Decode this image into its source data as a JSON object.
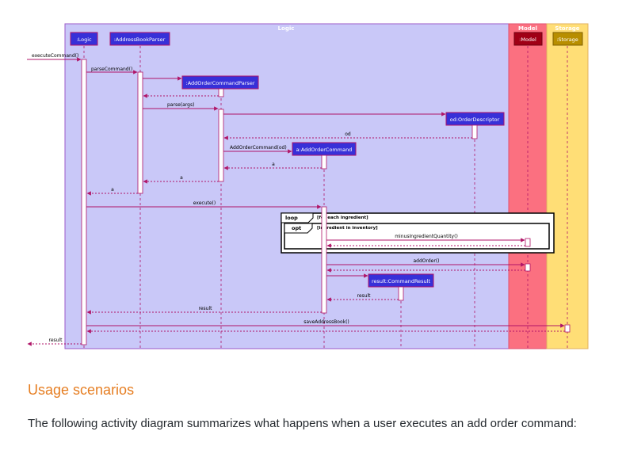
{
  "diagram": {
    "lanes": {
      "logic": "Logic",
      "model": "Model",
      "storage": "Storage"
    },
    "participants": {
      "logic": ":Logic",
      "parser": ":AddressBookParser",
      "add_order_parser": ":AddOrderCommandParser",
      "order_descriptor": "od:OrderDescriptor",
      "add_order_command": "a:AddOrderCommand",
      "command_result": "result:CommandResult",
      "model": ":Model",
      "storage": ":Storage"
    },
    "messages": {
      "execute_command": "executeCommand()",
      "parse_command": "parseCommand()",
      "parse_args": "parse(args)",
      "od_return": "od",
      "add_order_command_ctor": "AddOrderCommand(od)",
      "a_return_1": "a",
      "a_return_2": "a",
      "a_return_3": "a",
      "execute": "execute()",
      "minus_quantity": "minusIngredientQuantity()",
      "add_order": "addOrder()",
      "result_return_1": "result",
      "result_return_2": "result",
      "save_address_book": "saveAddressBook()",
      "result_return_3": "result"
    },
    "fragments": {
      "loop": {
        "keyword": "loop",
        "guard": "[for each ingredient]"
      },
      "opt": {
        "keyword": "opt",
        "guard": "[ingredient in inventory]"
      }
    },
    "colors": {
      "logic_lane": "#c9c8f8",
      "model_lane": "#fb7080",
      "storage_lane": "#ffde76",
      "logic_box": "#3730d8",
      "model_box": "#a00016",
      "storage_box": "#b88e00",
      "arrow": "#b01568",
      "heading": "#e67e22"
    }
  },
  "section": {
    "heading": "Usage scenarios",
    "paragraph": "The following activity diagram summarizes what happens when a user executes an add order command:"
  }
}
